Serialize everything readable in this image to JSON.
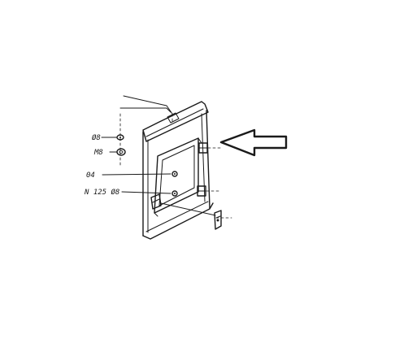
{
  "diagram": {
    "callouts": [
      {
        "id": "washer",
        "text": "Ø8"
      },
      {
        "id": "nut",
        "text": "M8"
      },
      {
        "id": "part",
        "text": "04"
      },
      {
        "id": "din",
        "text": "N 125 Ø8"
      }
    ],
    "pointer": {
      "direction": "left"
    }
  }
}
